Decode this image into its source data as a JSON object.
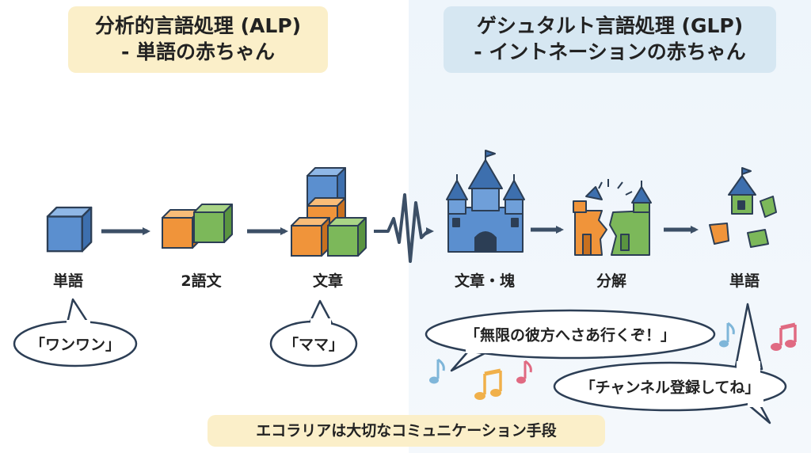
{
  "titles": {
    "alp_line1": "分析的言語処理 (ALP)",
    "alp_line2": "- 単語の赤ちゃん",
    "glp_line1": "ゲシュタルト言語処理 (GLP)",
    "glp_line2": "- イントネーションの赤ちゃん"
  },
  "alp_stages": {
    "word": "単語",
    "two_word": "2語文",
    "sentence": "文章"
  },
  "glp_stages": {
    "chunk": "文章・塊",
    "breakdown": "分解",
    "word": "単語"
  },
  "bubbles": {
    "wanwan": "「ワンワン」",
    "mama": "「ママ」",
    "infinity": "「無限の彼方へさあ行くぞ！」",
    "channel": "「チャンネル登録してね」"
  },
  "footer": "エコラリアは大切なコミュニケーション手段",
  "colors": {
    "alp_bg": "#fbefc9",
    "glp_bg": "#d6e7f2",
    "cube_blue": "#5b8fcf",
    "cube_orange": "#f0943a",
    "cube_green": "#7cb85a",
    "arrow": "#3c4f66"
  },
  "icons": [
    "cube-icon",
    "castle-icon",
    "music-note-icon",
    "arrow-icon",
    "waveform-icon"
  ]
}
